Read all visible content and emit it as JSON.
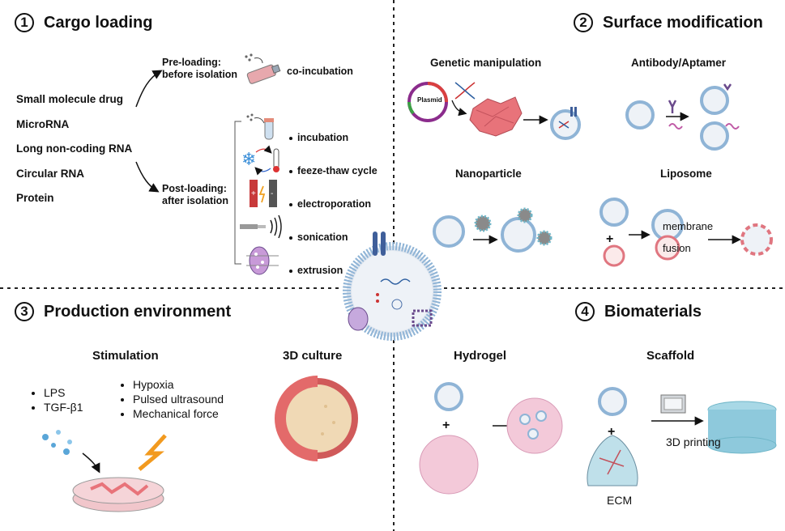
{
  "q1": {
    "number": "1",
    "title": "Cargo loading",
    "cargo_items": [
      "Small molecule drug",
      "MicroRNA",
      "Long non-coding RNA",
      "Circular RNA",
      "Protein"
    ],
    "pre_loading": "Pre-loading: before isolation",
    "pre_loading_line1": "Pre-loading:",
    "pre_loading_line2": "before isolation",
    "pre_method": "co-incubation",
    "post_loading_line1": "Post-loading:",
    "post_loading_line2": "after isolation",
    "post_methods": [
      "incubation",
      "feeze-thaw cycle",
      "electroporation",
      "sonication",
      "extrusion"
    ]
  },
  "q2": {
    "number": "2",
    "title": "Surface modification",
    "genetic": "Genetic manipulation",
    "plasmid": "Plasmid",
    "antibody": "Antibody/Aptamer",
    "nanoparticle": "Nanoparticle",
    "liposome": "Liposome",
    "membrane": "membrane",
    "fusion": "fusion"
  },
  "q3": {
    "number": "3",
    "title": "Production environment",
    "stimulation": "Stimulation",
    "culture3d": "3D culture",
    "list_a": [
      "LPS",
      "TGF-β1"
    ],
    "list_b": [
      "Hypoxia",
      "Pulsed ultrasound",
      "Mechanical force"
    ]
  },
  "q4": {
    "number": "4",
    "title": "Biomaterials",
    "hydrogel": "Hydrogel",
    "scaffold": "Scaffold",
    "printing": "3D printing",
    "ecm": "ECM"
  },
  "colors": {
    "cell_pink": "#e8737a",
    "vesicle_blue": "#8fb4d6",
    "scaffold_teal": "#8ec9dc",
    "receptor_purple": "#6a4a8c",
    "bolt_orange": "#f29a1f"
  }
}
